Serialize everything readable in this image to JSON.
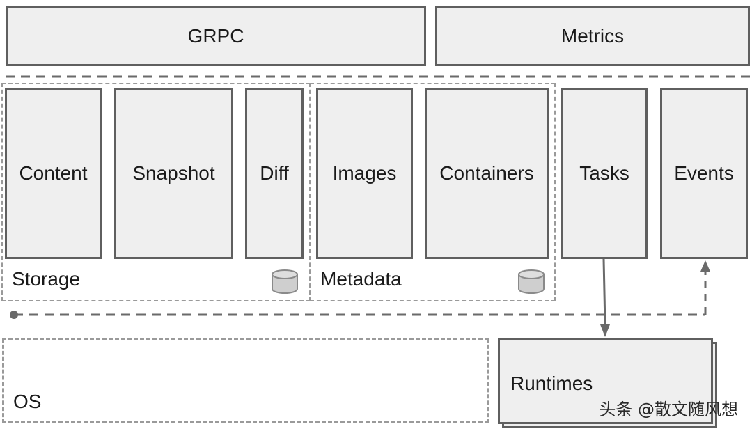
{
  "top": {
    "grpc": "GRPC",
    "metrics": "Metrics"
  },
  "components": {
    "content": "Content",
    "snapshot": "Snapshot",
    "diff": "Diff",
    "images": "Images",
    "containers": "Containers",
    "tasks": "Tasks",
    "events": "Events"
  },
  "groups": {
    "storage": "Storage",
    "metadata": "Metadata"
  },
  "bottom": {
    "os": "OS",
    "runtimes": "Runtimes"
  },
  "watermark": "头条 @散文随风想",
  "colors": {
    "box_fill": "#efefef",
    "box_border": "#5f5f5f",
    "dashed": "#9a9a9a",
    "connector": "#6a6a6a"
  },
  "icons": [
    "database-icon"
  ]
}
